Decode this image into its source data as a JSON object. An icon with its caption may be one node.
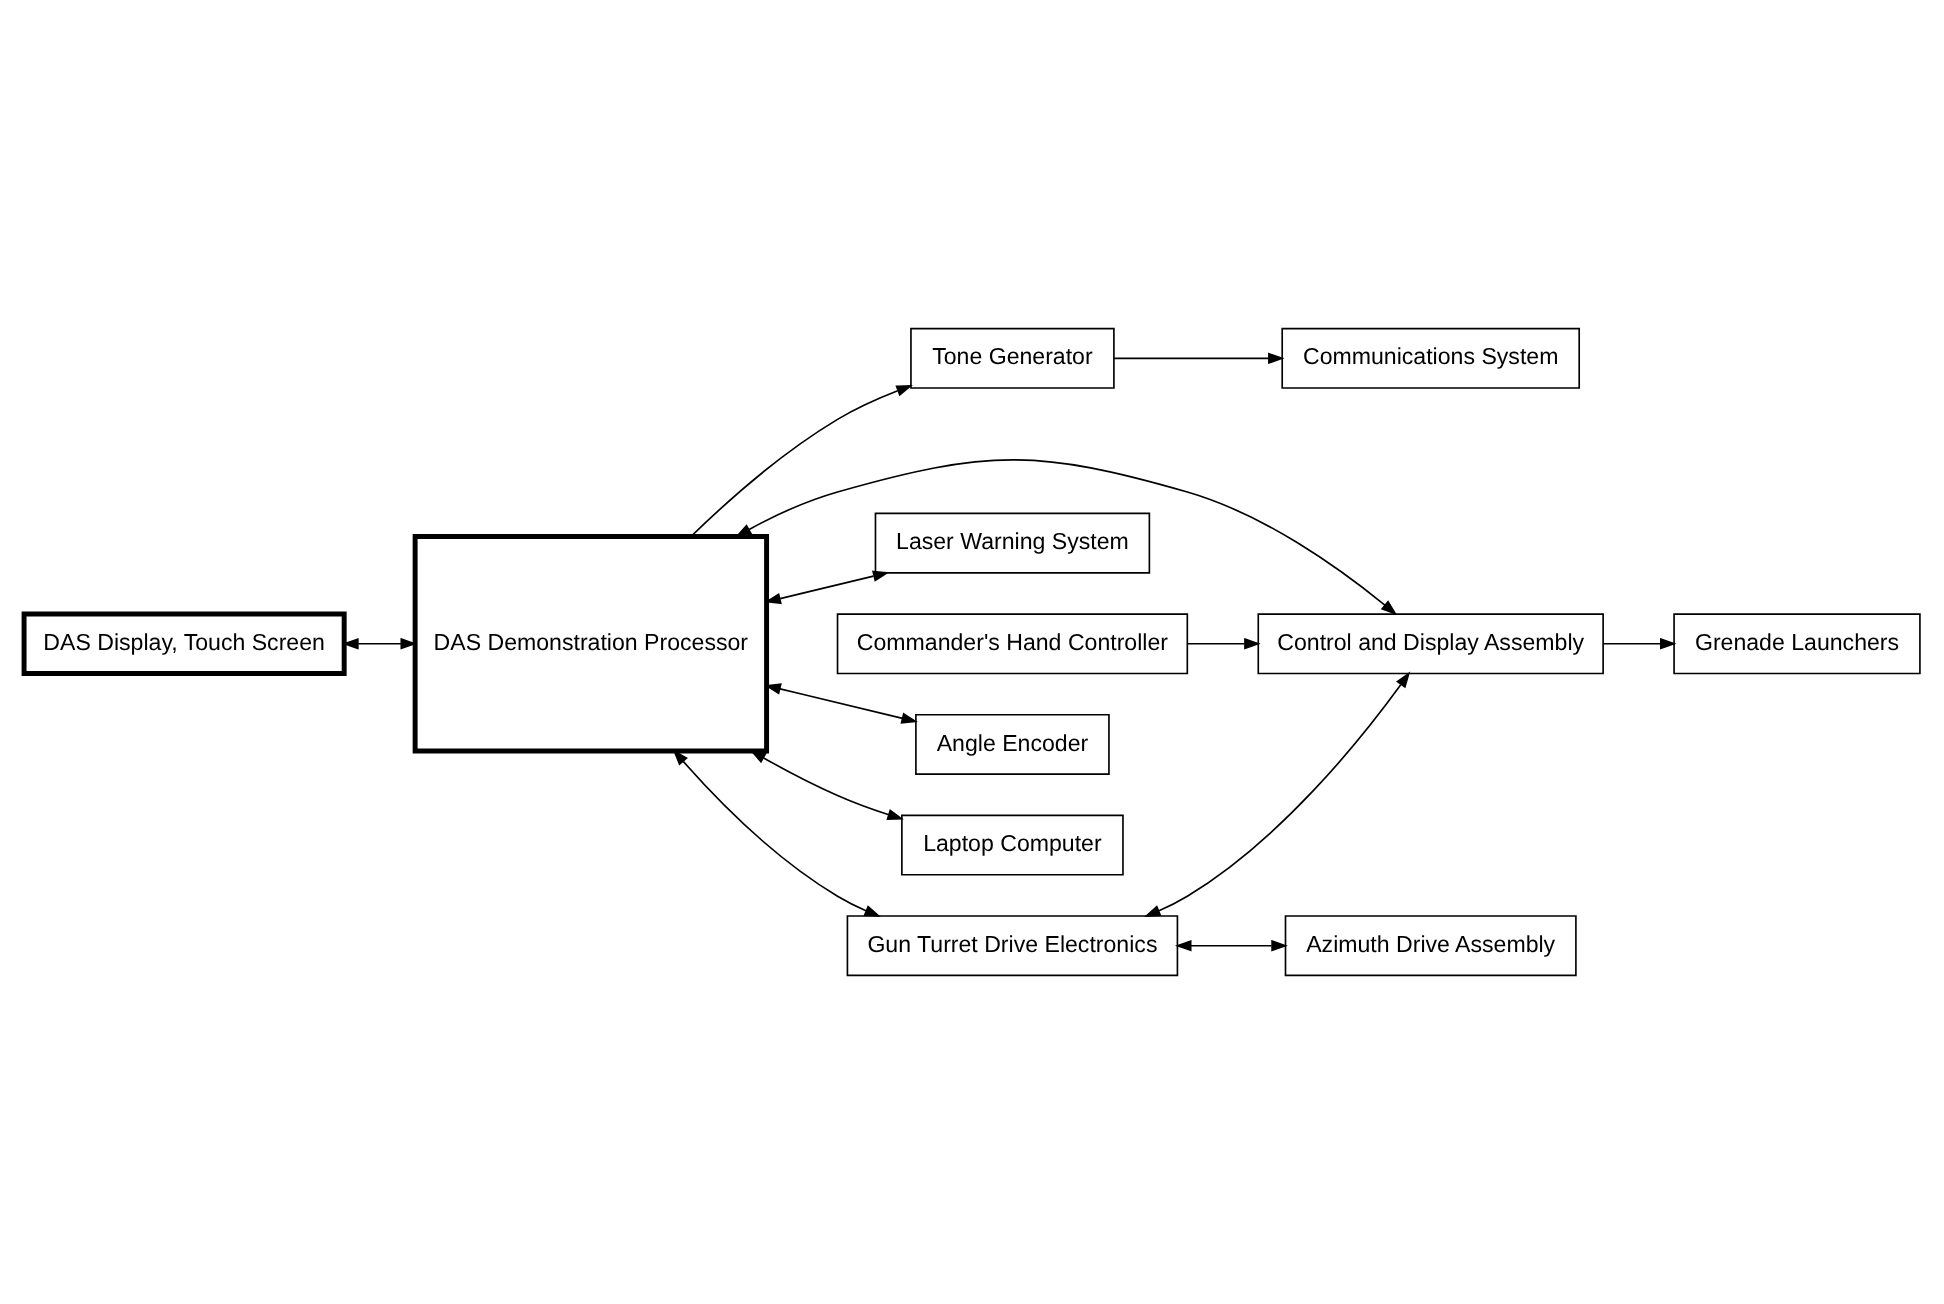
{
  "diagram": {
    "nodes": [
      {
        "text": [
          "Laser Warning System"
        ]
      },
      {
        "text": [
          "Azimuth Drive Assembly"
        ]
      },
      {
        "text": [
          "DAS Display, Touch Screen"
        ]
      },
      {
        "text": [
          "DAS Demonstration Processor"
        ]
      },
      {
        "text": [
          "Gun Turret Drive Electronics"
        ]
      },
      {
        "text": [
          "Angle Encoder"
        ]
      },
      {
        "text": [
          "Laptop Computer"
        ]
      },
      {
        "text": [
          "Control and Display Assembly"
        ]
      },
      {
        "text": [
          "Tone Generator"
        ]
      },
      {
        "text": [
          "Grenade Launchers"
        ]
      },
      {
        "text": [
          "Commander's Hand Controller"
        ]
      },
      {
        "text": [
          "Communications System"
        ]
      }
    ],
    "edges": [
      {
        "from": 3,
        "to": 0,
        "arrow": "both"
      },
      {
        "from": 4,
        "to": 1,
        "arrow": "both"
      },
      {
        "from": 2,
        "to": 3,
        "arrow": "both"
      },
      {
        "from": 3,
        "to": 4,
        "arrow": "both"
      },
      {
        "from": 3,
        "to": 5,
        "arrow": "both"
      },
      {
        "from": 3,
        "to": 6,
        "arrow": "both"
      },
      {
        "from": 3,
        "to": 7,
        "arrow": "both"
      },
      {
        "from": 4,
        "to": 7,
        "arrow": "both"
      },
      {
        "from": 3,
        "to": 8,
        "arrow": "to"
      },
      {
        "from": 8,
        "to": 11,
        "arrow": "to"
      },
      {
        "from": 7,
        "to": 9,
        "arrow": "to"
      },
      {
        "from": 10,
        "to": 7,
        "arrow": "to"
      }
    ]
  }
}
